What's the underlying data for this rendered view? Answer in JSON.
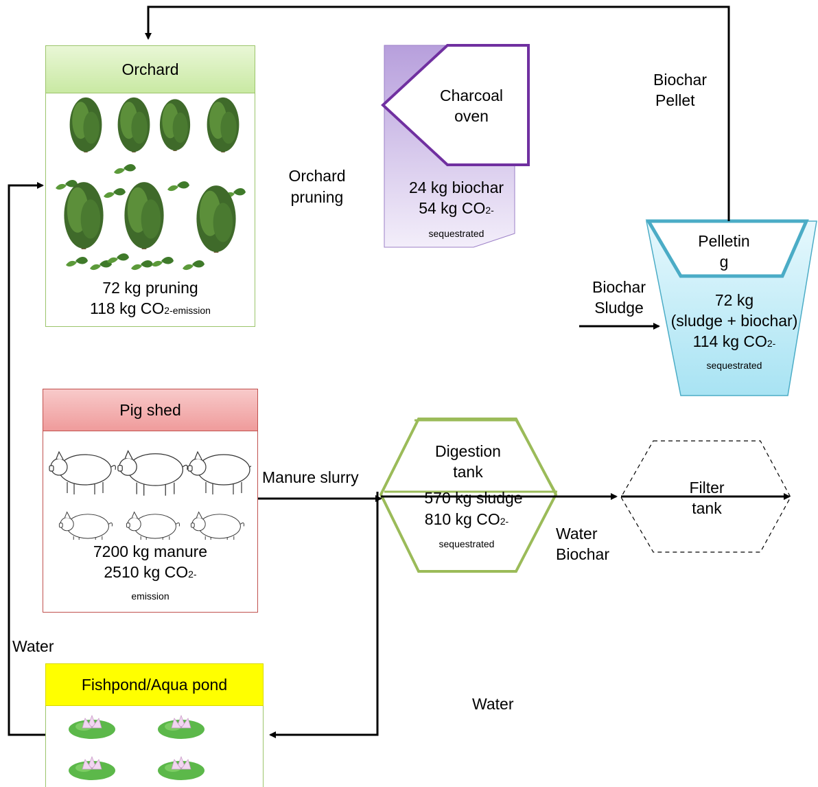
{
  "orchard": {
    "title": "Orchard",
    "amount": "72 kg pruning",
    "co2_prefix": "118 kg CO",
    "co2_sub": "2-emission"
  },
  "pig_shed": {
    "title": "Pig shed",
    "amount": "7200 kg manure",
    "co2_prefix": "2510 kg CO",
    "co2_sub": "2-",
    "co2_tail": "emission"
  },
  "fishpond": {
    "title": "Fishpond/Aqua pond"
  },
  "charcoal_oven": {
    "title_line1": "Charcoal",
    "title_line2": "oven",
    "amount": "24 kg biochar",
    "co2_prefix": "54 kg CO",
    "co2_sub": "2-",
    "co2_tail": "sequestrated"
  },
  "pelleting": {
    "title_line1": "Pelletin",
    "title_line2": "g",
    "amount_line1": "72 kg",
    "amount_line2": "(sludge + biochar)",
    "co2_prefix": "114 kg CO",
    "co2_sub": "2-",
    "co2_tail": "sequestrated"
  },
  "digestion_tank": {
    "title_line1": "Digestion",
    "title_line2": "tank",
    "amount": "570 kg sludge",
    "co2_prefix": "810 kg CO",
    "co2_sub": "2-",
    "co2_tail": "sequestrated"
  },
  "filter_tank": {
    "title_line1": "Filter",
    "title_line2": "tank"
  },
  "flow_labels": {
    "orchard_pruning_1": "Orchard",
    "orchard_pruning_2": "pruning",
    "biochar_pellet_1": "Biochar",
    "biochar_pellet_2": "Pellet",
    "biochar_sludge_1": "Biochar",
    "biochar_sludge_2": "Sludge",
    "manure_slurry": "Manure slurry",
    "water_biochar_1": "Water",
    "water_biochar_2": "Biochar",
    "water_right": "Water",
    "water_left": "Water"
  },
  "colors": {
    "orchard_header": "#d6efb5",
    "orchard_border": "#9bc46a",
    "pig_header": "#f2a4a4",
    "pig_border": "#c0504d",
    "fish_header": "#ffff00",
    "fish_border": "#9bc46a",
    "oven_purple": "#7030a0",
    "oven_fill": "#c9b6e4",
    "pellet_blue": "#4bacc6",
    "pellet_fill": "#c6effa",
    "digest_green": "#9bbb59"
  }
}
